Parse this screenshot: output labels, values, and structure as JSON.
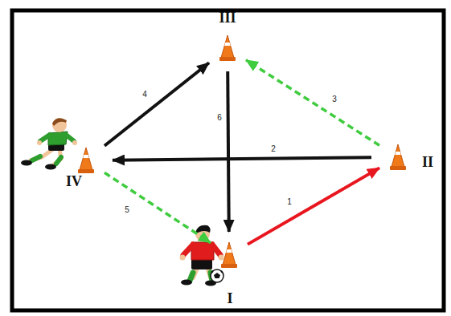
{
  "diagram": {
    "nodes": [
      {
        "text": [
          "III"
        ]
      },
      {
        "text": [
          "IV"
        ]
      },
      {
        "text": [
          "II"
        ]
      },
      {
        "text": [
          "I"
        ]
      }
    ],
    "edges": [
      {
        "from": 3,
        "to": 2,
        "label": "1",
        "arrow": "to"
      },
      {
        "from": 2,
        "to": 1,
        "label": "2",
        "arrow": "to"
      },
      {
        "from": 2,
        "to": 0,
        "label": "3",
        "arrow": "to"
      },
      {
        "from": 1,
        "to": 0,
        "label": "4",
        "arrow": "to"
      },
      {
        "from": 1,
        "to": 3,
        "label": "5",
        "arrow": "to"
      },
      {
        "from": 0,
        "to": 3,
        "label": "6",
        "arrow": "to"
      }
    ]
  }
}
